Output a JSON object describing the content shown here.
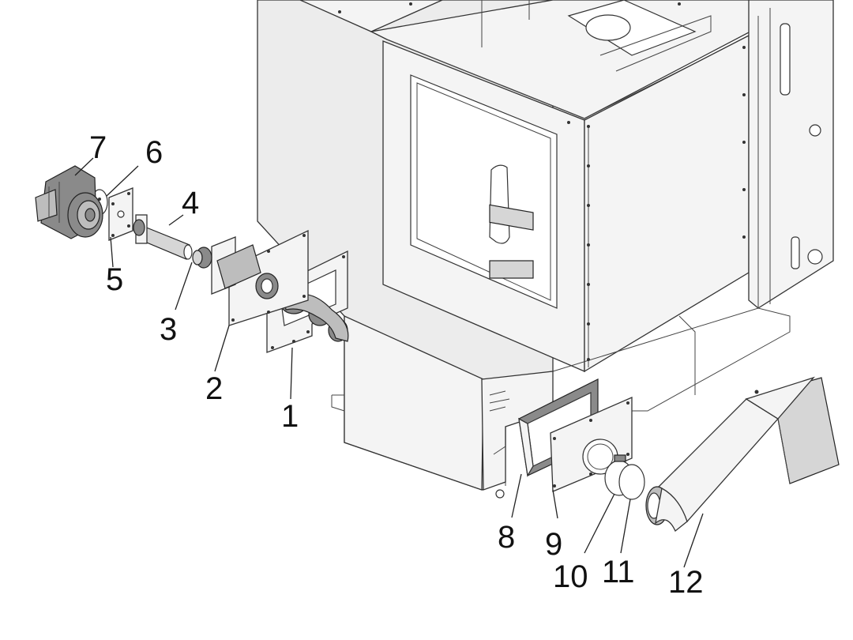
{
  "figure": {
    "callouts": [
      {
        "id": "1",
        "text": "1"
      },
      {
        "id": "2",
        "text": "2"
      },
      {
        "id": "3",
        "text": "3"
      },
      {
        "id": "4",
        "text": "4"
      },
      {
        "id": "5",
        "text": "5"
      },
      {
        "id": "6",
        "text": "6"
      },
      {
        "id": "7",
        "text": "7"
      },
      {
        "id": "8",
        "text": "8"
      },
      {
        "id": "9",
        "text": "9"
      },
      {
        "id": "10",
        "text": "10"
      },
      {
        "id": "11",
        "text": "11"
      },
      {
        "id": "12",
        "text": "12"
      }
    ]
  },
  "colors": {
    "line": "#222222",
    "panel_fill": "#f4f4f4",
    "part_dark": "#8a8a8a",
    "part_mid": "#bdbdbd",
    "background": "#ffffff"
  }
}
